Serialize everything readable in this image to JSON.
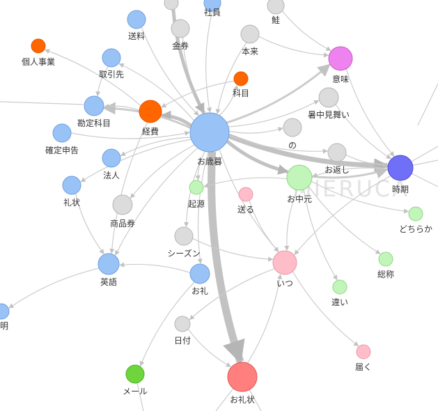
{
  "watermark": "MIERUCA",
  "colors": {
    "blue": "#99c2f7",
    "blue_stroke": "#6f9fdc",
    "gray": "#dcdcdc",
    "gray_stroke": "#b5b5b5",
    "orange": "#ff6600",
    "orange_stroke": "#e05500",
    "pink": "#ffbcc9",
    "pink_stroke": "#e79aa9",
    "lightgreen": "#c2f5b9",
    "lightgreen_stroke": "#8fd584",
    "green": "#6ed63c",
    "green_stroke": "#4eae22",
    "violet": "#ee82ee",
    "violet_stroke": "#c55cc5",
    "indigo": "#6f6ff7",
    "indigo_stroke": "#4b4bd0",
    "red": "#ff7f7f",
    "red_stroke": "#e05555",
    "edge": "#cccccc",
    "edge_strong": "#bbbbbb"
  },
  "nodes": [
    {
      "id": "oseibo",
      "label": "お歳暮",
      "color": "blue"
    },
    {
      "id": "orei_jo",
      "label": "お礼状",
      "color": "red"
    },
    {
      "id": "ochugen",
      "label": "お中元",
      "color": "lightgreen"
    },
    {
      "id": "jiki",
      "label": "時期",
      "color": "indigo"
    },
    {
      "id": "imi",
      "label": "意味",
      "color": "violet"
    },
    {
      "id": "itsu",
      "label": "いつ",
      "color": "pink"
    },
    {
      "id": "keihi",
      "label": "経費",
      "color": "orange"
    },
    {
      "id": "kojin",
      "label": "個人事業",
      "color": "orange"
    },
    {
      "id": "kamoku",
      "label": "科目",
      "color": "orange"
    },
    {
      "id": "soryo",
      "label": "送料",
      "color": "blue"
    },
    {
      "id": "torihiki",
      "label": "取引先",
      "color": "blue"
    },
    {
      "id": "kanjo",
      "label": "勘定科目",
      "color": "blue"
    },
    {
      "id": "kakutei",
      "label": "確定申告",
      "color": "blue"
    },
    {
      "id": "hojin",
      "label": "法人",
      "color": "blue"
    },
    {
      "id": "reijo",
      "label": "礼状",
      "color": "blue"
    },
    {
      "id": "eigo",
      "label": "英語",
      "color": "blue"
    },
    {
      "id": "orei",
      "label": "お礼",
      "color": "blue"
    },
    {
      "id": "mei",
      "label": "明",
      "color": "blue"
    },
    {
      "id": "shain",
      "label": "社員",
      "color": "blue"
    },
    {
      "id": "kinken",
      "label": "金券",
      "color": "gray"
    },
    {
      "id": "sake",
      "label": "鮭",
      "color": "gray"
    },
    {
      "id": "honrai",
      "label": "本来",
      "color": "gray"
    },
    {
      "id": "shochu",
      "label": "暑中見舞い",
      "color": "gray"
    },
    {
      "id": "no",
      "label": "の",
      "color": "gray"
    },
    {
      "id": "okaeshi",
      "label": "お返し",
      "color": "gray"
    },
    {
      "id": "shohinken",
      "label": "商品券",
      "color": "gray"
    },
    {
      "id": "season",
      "label": "シーズン",
      "color": "gray"
    },
    {
      "id": "hizuke",
      "label": "日付",
      "color": "gray"
    },
    {
      "id": "kigen",
      "label": "起源",
      "color": "lightgreen"
    },
    {
      "id": "dochiraka",
      "label": "どちらか",
      "color": "lightgreen"
    },
    {
      "id": "sosho",
      "label": "総称",
      "color": "lightgreen"
    },
    {
      "id": "chigai",
      "label": "違い",
      "color": "lightgreen"
    },
    {
      "id": "okuru",
      "label": "送る",
      "color": "pink"
    },
    {
      "id": "todoku",
      "label": "届く",
      "color": "pink"
    },
    {
      "id": "mail",
      "label": "メール",
      "color": "green"
    },
    {
      "id": "top_small",
      "label": "",
      "color": "gray"
    }
  ],
  "edges": [
    {
      "from": "oseibo",
      "to": "orei_jo",
      "weight": 5
    },
    {
      "from": "oseibo",
      "to": "jiki",
      "weight": 4
    },
    {
      "from": "oseibo",
      "to": "keihi",
      "weight": 3
    },
    {
      "from": "oseibo",
      "to": "ochugen",
      "weight": 3
    },
    {
      "from": "oseibo",
      "to": "imi",
      "weight": 2
    },
    {
      "from": "oseibo",
      "to": "kanjo",
      "weight": 2
    },
    {
      "from": "oseibo",
      "to": "itsu",
      "weight": 1
    },
    {
      "from": "oseibo",
      "to": "reijo",
      "weight": 1
    },
    {
      "from": "oseibo",
      "to": "eigo",
      "weight": 1
    },
    {
      "from": "oseibo",
      "to": "okaeshi",
      "weight": 1
    },
    {
      "from": "oseibo",
      "to": "shochu",
      "weight": 1
    },
    {
      "from": "oseibo",
      "to": "no",
      "weight": 1
    },
    {
      "from": "oseibo",
      "to": "kigen",
      "weight": 1
    },
    {
      "from": "oseibo",
      "to": "orei",
      "weight": 1
    },
    {
      "from": "oseibo",
      "to": "season",
      "weight": 1
    },
    {
      "from": "oseibo",
      "to": "shohinken",
      "weight": 1
    },
    {
      "from": "oseibo",
      "to": "hojin",
      "weight": 1
    },
    {
      "from": "oseibo",
      "to": "torihiki",
      "weight": 1
    },
    {
      "from": "oseibo",
      "to": "kamoku",
      "weight": 1
    },
    {
      "from": "shain",
      "to": "oseibo",
      "weight": 1
    },
    {
      "from": "kinken",
      "to": "oseibo",
      "weight": 1
    },
    {
      "from": "honrai",
      "to": "oseibo",
      "weight": 1
    },
    {
      "from": "soryo",
      "to": "oseibo",
      "weight": 1
    },
    {
      "from": "kakutei",
      "to": "oseibo",
      "weight": 1
    },
    {
      "from": "top_small",
      "to": "oseibo",
      "weight": 3
    },
    {
      "from": "keihi",
      "to": "kanjo",
      "weight": 1
    },
    {
      "from": "keihi",
      "to": "kojin",
      "weight": 1
    },
    {
      "from": "keihi",
      "to": "eigo",
      "weight": 1
    },
    {
      "from": "kamoku",
      "to": "keihi",
      "weight": 1
    },
    {
      "from": "torihiki",
      "to": "kanjo",
      "weight": 1
    },
    {
      "from": "reijo",
      "to": "eigo",
      "weight": 1
    },
    {
      "from": "orei",
      "to": "eigo",
      "weight": 1
    },
    {
      "from": "eigo",
      "to": "mei",
      "weight": 1
    },
    {
      "from": "sake",
      "to": "imi",
      "weight": 1
    },
    {
      "from": "honrai",
      "to": "imi",
      "weight": 1
    },
    {
      "from": "imi",
      "to": "jiki",
      "weight": 1
    },
    {
      "from": "shochu",
      "to": "jiki",
      "weight": 1
    },
    {
      "from": "okaeshi",
      "to": "jiki",
      "weight": 1
    },
    {
      "from": "ochugen",
      "to": "jiki",
      "weight": 2
    },
    {
      "from": "jiki",
      "to": "ochugen",
      "weight": 1
    },
    {
      "from": "jiki",
      "to": "itsu",
      "weight": 1
    },
    {
      "from": "ochugen",
      "to": "dochiraka",
      "weight": 1
    },
    {
      "from": "ochugen",
      "to": "sosho",
      "weight": 1
    },
    {
      "from": "ochugen",
      "to": "chigai",
      "weight": 1
    },
    {
      "from": "ochugen",
      "to": "kigen",
      "weight": 1
    },
    {
      "from": "ochugen",
      "to": "itsu",
      "weight": 1
    },
    {
      "from": "okuru",
      "to": "itsu",
      "weight": 1
    },
    {
      "from": "season",
      "to": "itsu",
      "weight": 1
    },
    {
      "from": "itsu",
      "to": "todoku",
      "weight": 1
    },
    {
      "from": "itsu",
      "to": "hizuke",
      "weight": 1
    },
    {
      "from": "orei_jo",
      "to": "itsu",
      "weight": 1
    },
    {
      "from": "hizuke",
      "to": "orei_jo",
      "weight": 1
    },
    {
      "from": "orei",
      "to": "mail",
      "weight": 1
    }
  ]
}
